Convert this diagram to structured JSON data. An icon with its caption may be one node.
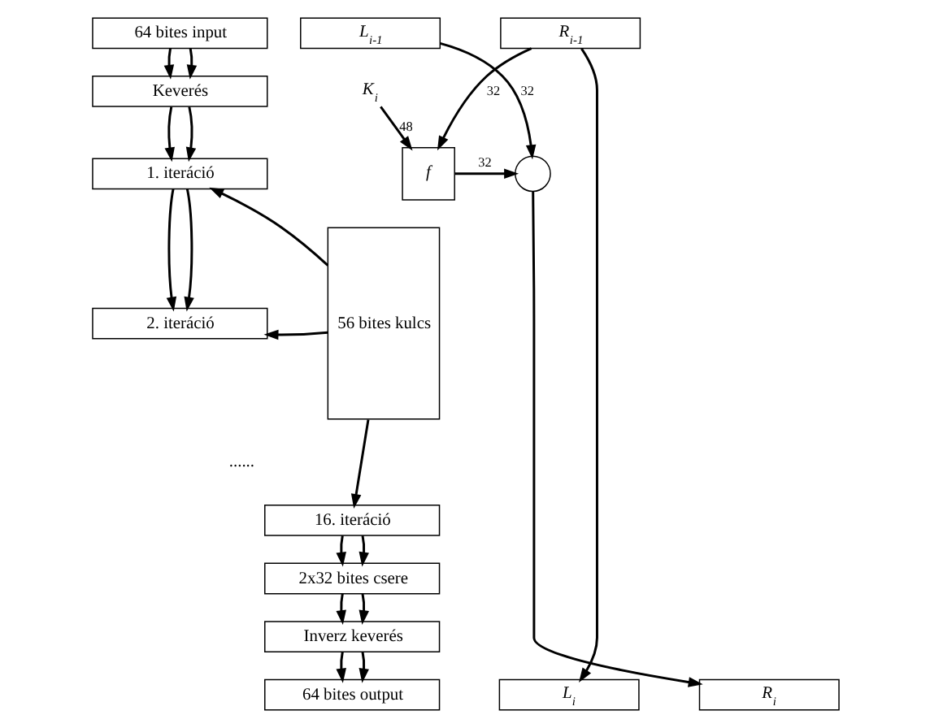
{
  "diagram": {
    "nodes": [
      {
        "text": [
          "64 bites input"
        ]
      },
      {
        "text": [
          "Keverés"
        ]
      },
      {
        "text": [
          "1. iteráció"
        ]
      },
      {
        "text": [
          "2. iteráció"
        ]
      },
      {
        "text": [
          "16. iteráció"
        ]
      },
      {
        "text": [
          "2x32 bites csere"
        ]
      },
      {
        "text": [
          "Inverz keverés"
        ]
      },
      {
        "text": [
          "64 bites output"
        ]
      },
      {
        "text": [
          "56 bites kulcs"
        ]
      },
      {
        "text": [
          "L$_{i-1}$"
        ]
      },
      {
        "text": [
          "R$_{i-1}$"
        ]
      },
      {
        "text": [
          "K$_{i}$"
        ]
      },
      {
        "text": [],
        "shape": "circle"
      },
      {
        "text": [
          "f"
        ]
      },
      {
        "text": [
          "L$_{i}$"
        ]
      },
      {
        "text": [
          "R$_{i}$"
        ]
      }
    ],
    "edges": [
      {
        "from": 0,
        "to": 1,
        "arrow": "to"
      },
      {
        "from": 0,
        "to": 1,
        "arrow": "to"
      },
      {
        "from": 1,
        "to": 2,
        "arrow": "to"
      },
      {
        "from": 1,
        "to": 2,
        "arrow": "to"
      },
      {
        "from": 2,
        "to": 3,
        "arrow": "to"
      },
      {
        "from": 2,
        "to": 3,
        "arrow": "to"
      },
      {
        "from": 4,
        "to": 5,
        "arrow": "to"
      },
      {
        "from": 4,
        "to": 5,
        "arrow": "to"
      },
      {
        "from": 5,
        "to": 6,
        "arrow": "to"
      },
      {
        "from": 5,
        "to": 6,
        "arrow": "to"
      },
      {
        "from": 6,
        "to": 7,
        "arrow": "to"
      },
      {
        "from": 6,
        "to": 7,
        "arrow": "to"
      },
      {
        "from": 8,
        "to": 2,
        "arrow": "to"
      },
      {
        "from": 8,
        "to": 3,
        "arrow": "to"
      },
      {
        "from": 8,
        "to": 4,
        "arrow": "to"
      },
      {
        "from": 9,
        "to": 12,
        "arrow": "to",
        "label": "32"
      },
      {
        "from": 10,
        "to": 13,
        "arrow": "to",
        "label": "32"
      },
      {
        "from": 11,
        "to": 13,
        "arrow": "to",
        "label": "48"
      },
      {
        "from": 13,
        "to": 12,
        "arrow": "to",
        "label": "32"
      },
      {
        "from": 12,
        "to": 15,
        "arrow": "to"
      },
      {
        "from": 10,
        "to": 14,
        "arrow": "to"
      }
    ],
    "labels": [
      "......"
    ]
  }
}
